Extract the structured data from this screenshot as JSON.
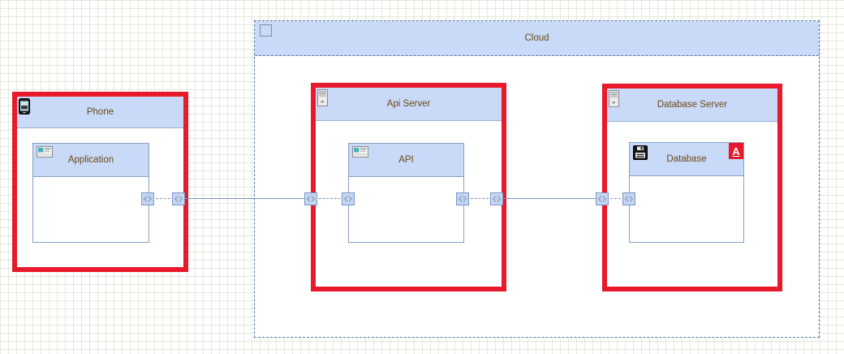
{
  "cloud": {
    "label": "Cloud"
  },
  "phone": {
    "label": "Phone",
    "child_label": "Application"
  },
  "api_server": {
    "label": "Api Server",
    "child_label": "API"
  },
  "database_server": {
    "label": "Database Server",
    "child_label": "Database",
    "badge": "A"
  },
  "icons": {
    "cloud_group": "square-outline",
    "phone": "smartphone",
    "server": "server-tower",
    "window": "application-window",
    "database": "floppy-disk",
    "port": "bidirectional-arrow"
  },
  "colors": {
    "selection_red": "#e8192b",
    "header_fill": "#c9d9f8",
    "node_border": "#85a0c8",
    "cloud_border": "#5577a8",
    "connector_line": "#7e95c4",
    "port_fill": "#c5d6f2",
    "port_border": "#7b97ca",
    "label_text": "#6b4a16",
    "badge_fill": "#e8192b",
    "badge_text": "#ffffff",
    "grid_line": "#e3e9d8"
  }
}
